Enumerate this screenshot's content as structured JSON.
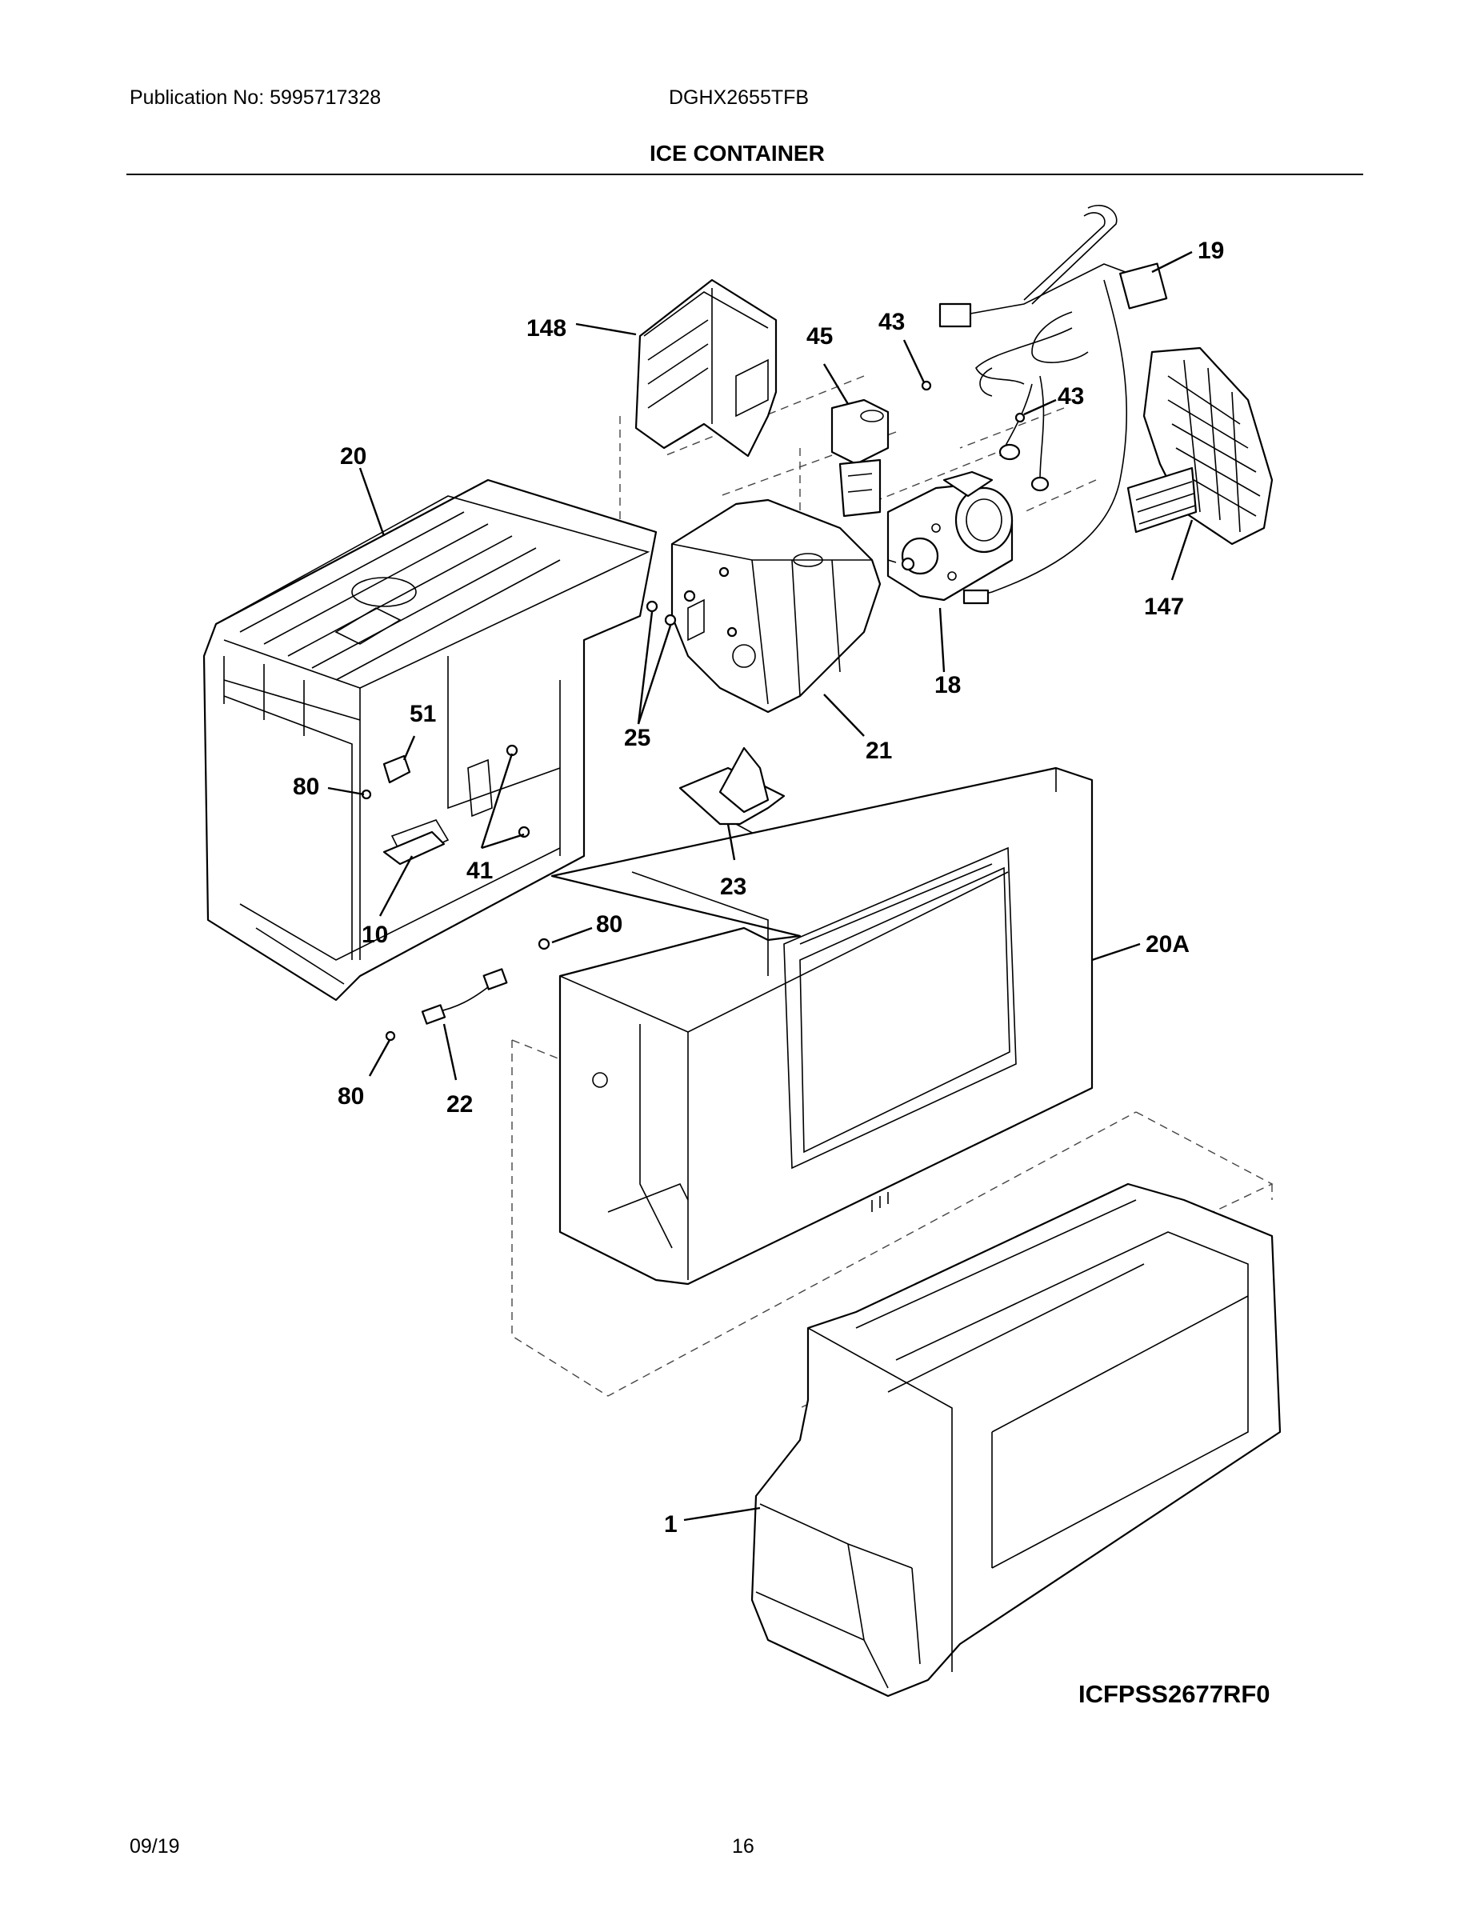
{
  "header": {
    "publication": "Publication No: 5995717328",
    "model": "DGHX2655TFB",
    "title": "ICE CONTAINER"
  },
  "callouts": {
    "c148": "148",
    "c45": "45",
    "c43a": "43",
    "c19": "19",
    "c43b": "43",
    "c20": "20",
    "c147": "147",
    "c18": "18",
    "c51": "51",
    "c25": "25",
    "c21": "21",
    "c80a": "80",
    "c41": "41",
    "c23": "23",
    "c10": "10",
    "c80b": "80",
    "c20A": "20A",
    "c80c": "80",
    "c22": "22",
    "c1": "1"
  },
  "diagram_code": "ICFPSS2677RF0",
  "footer": {
    "date": "09/19",
    "page": "16"
  }
}
